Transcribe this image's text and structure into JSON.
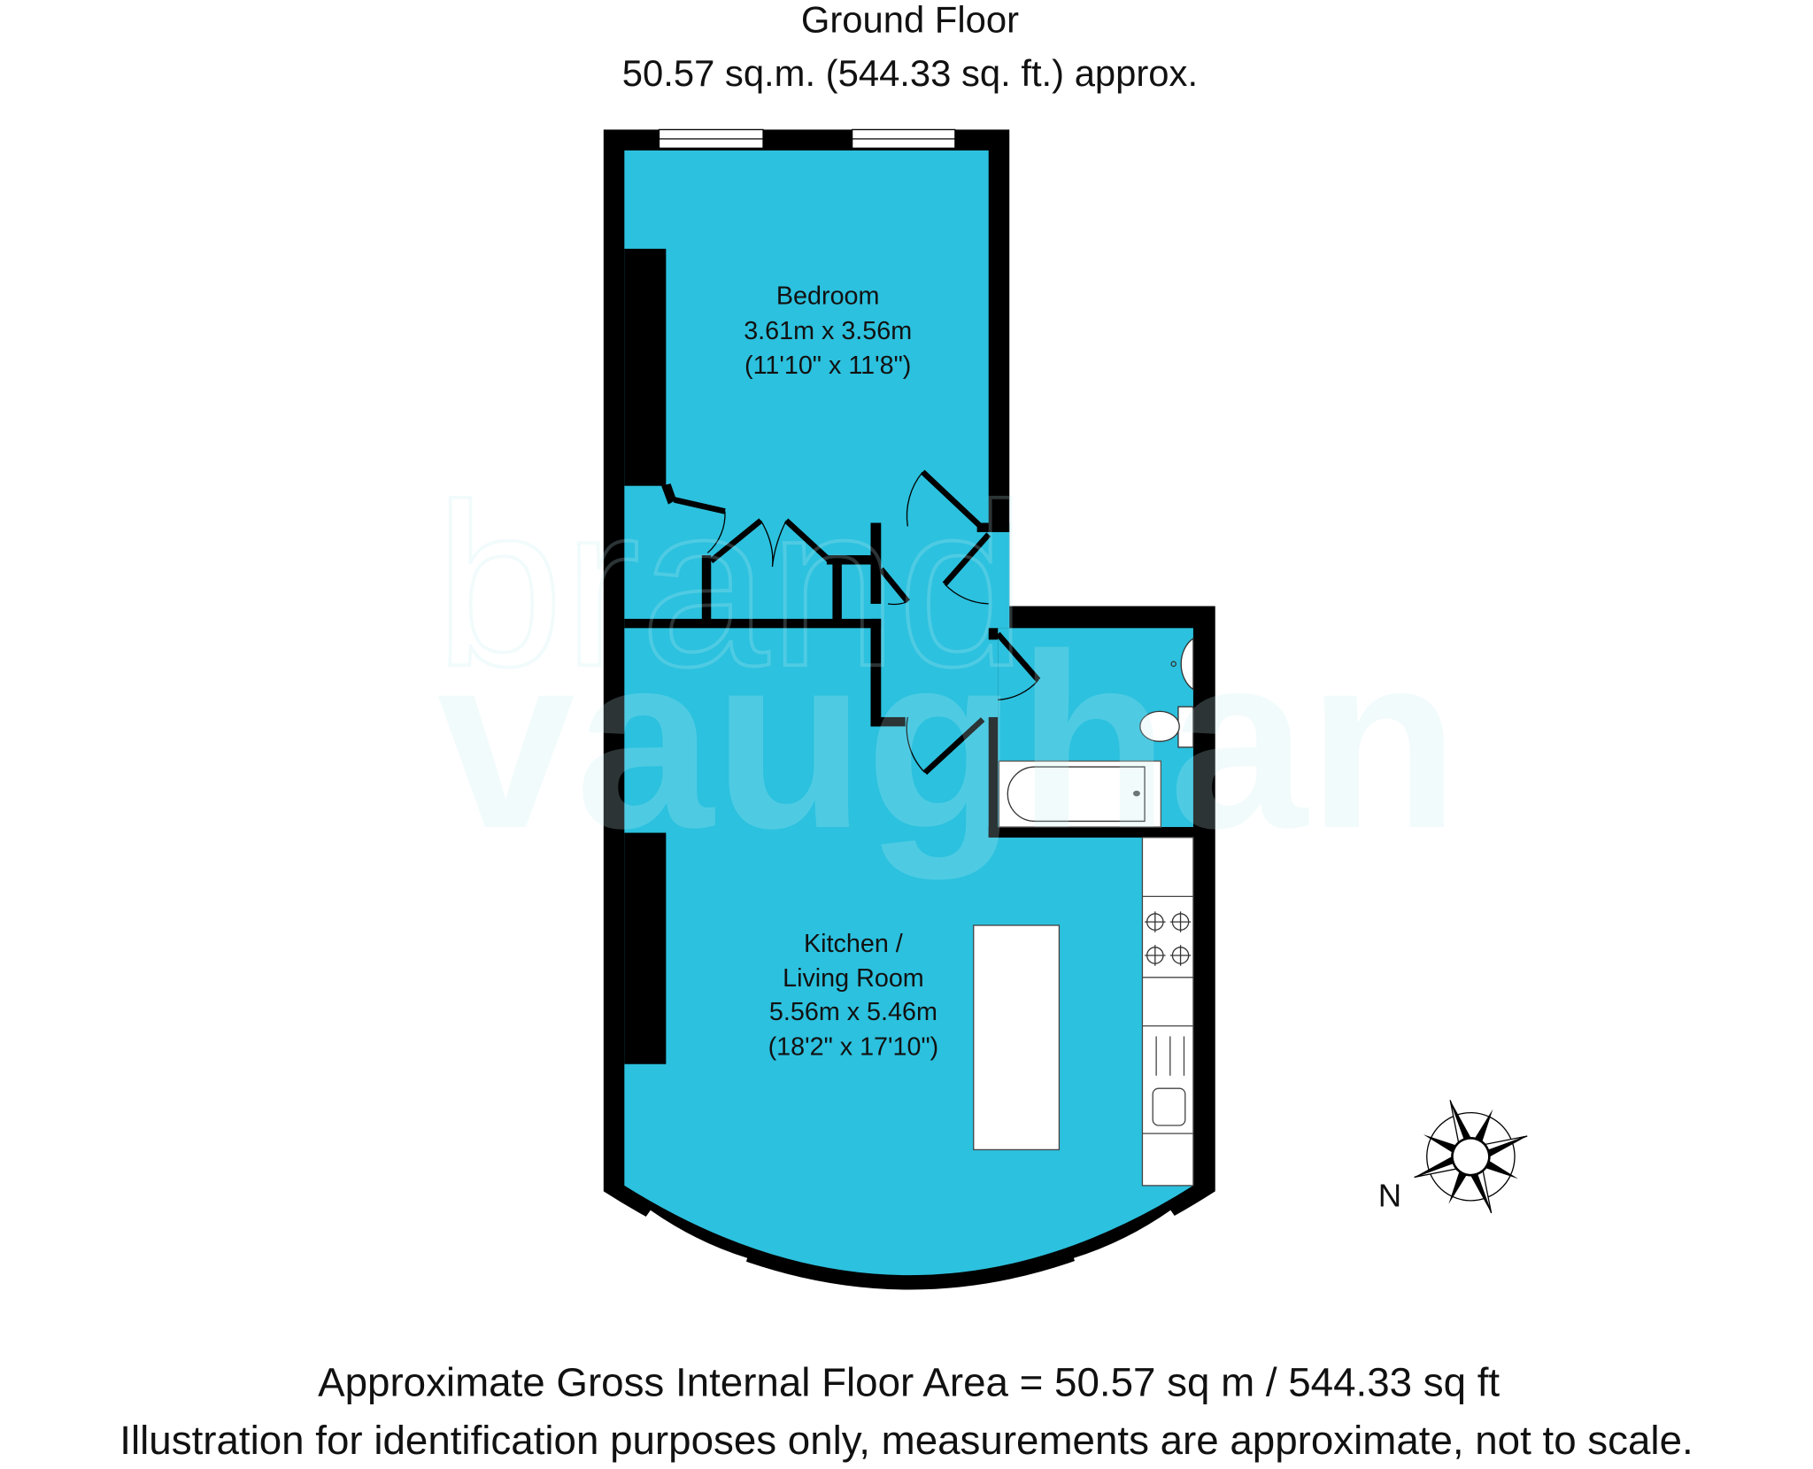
{
  "header": {
    "title": "Ground Floor",
    "area": "50.57 sq.m. (544.33 sq. ft.) approx."
  },
  "rooms": [
    {
      "name": "Bedroom",
      "metric": "3.61m x 3.56m",
      "imperial": "(11'10\" x 11'8\")"
    },
    {
      "name_line1": "Kitchen /",
      "name_line2": "Living Room",
      "metric": "5.56m x 5.46m",
      "imperial": "(18'2\" x 17'10\")"
    }
  ],
  "watermark": {
    "line1": "brand",
    "line2": "vaughan"
  },
  "compass": {
    "label": "N",
    "icon": "compass-rose-icon"
  },
  "footer": {
    "line1": "Approximate Gross Internal Floor Area = 50.57 sq m / 544.33 sq ft",
    "line2": "Illustration for identification purposes only, measurements are approximate, not to scale."
  },
  "colors": {
    "floor": "#2cc1de",
    "wall": "#000000",
    "watermark": "#e3f6fa"
  }
}
